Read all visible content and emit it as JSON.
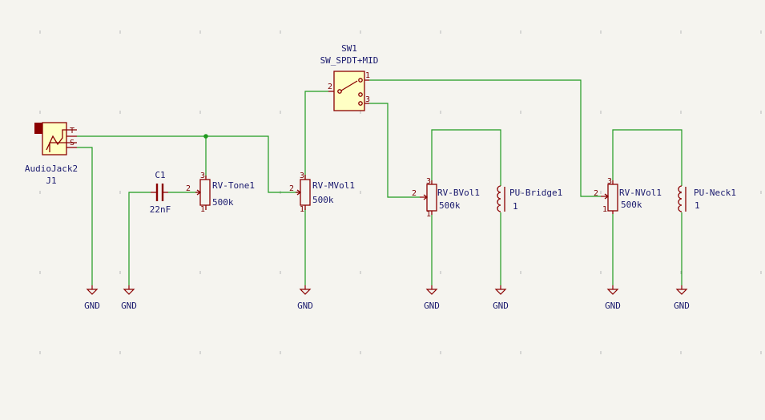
{
  "colors": {
    "background": "#f5f4ef",
    "wire": "#1f9a1f",
    "symbol": "#8a0000",
    "symbol_fill": "#ffffc4",
    "text": "#1a1a6e"
  },
  "components": {
    "jack": {
      "ref": "J1",
      "value": "AudioJack2",
      "pin_t": "T",
      "pin_s": "S"
    },
    "switch": {
      "ref": "SW1",
      "value": "SW_SPDT+MID",
      "pin1": "1",
      "pin2": "2",
      "pin3": "3"
    },
    "cap": {
      "ref": "C1",
      "value": "22nF"
    },
    "tone": {
      "ref": "RV-Tone1",
      "value": "500k",
      "pin2": "2",
      "pin3": "3",
      "pin1": "1"
    },
    "mvol": {
      "ref": "RV-MVol1",
      "value": "500k",
      "pin2": "2",
      "pin3": "3",
      "pin1": "1"
    },
    "bvol": {
      "ref": "RV-BVol1",
      "value": "500k",
      "pin2": "2",
      "pin3": "3",
      "pin1": "1"
    },
    "nvol": {
      "ref": "RV-NVol1",
      "value": "500k",
      "pin2": "2",
      "pin3": "3",
      "pin1": "1"
    },
    "pu_bridge": {
      "ref": "PU-Bridge1",
      "value": "1"
    },
    "pu_neck": {
      "ref": "PU-Neck1",
      "value": "1"
    }
  },
  "grounds": [
    "GND",
    "GND",
    "GND",
    "GND",
    "GND",
    "GND",
    "GND"
  ]
}
